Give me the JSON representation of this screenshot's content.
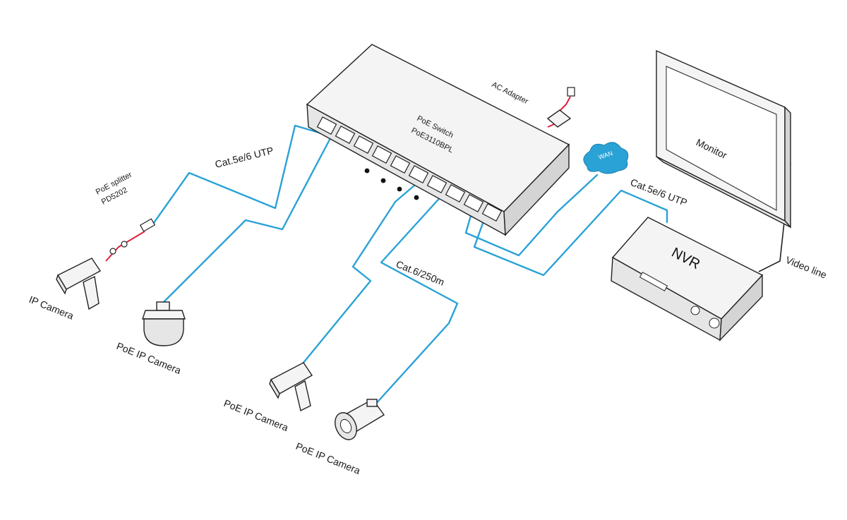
{
  "switch": {
    "line1": "PoE  Switch",
    "line2": "PoE3110BPL"
  },
  "ac_adapter": "AC Adapter",
  "wan": "WAN",
  "monitor": "Monitor",
  "nvr": "NVR",
  "video_line": "Video line",
  "cable_labels": {
    "left": "Cat.5e/6 UTP",
    "right": "Cat.5e/6 UTP",
    "center": "Cat.6/250m"
  },
  "splitter": {
    "line1": "PoE splitter",
    "line2": "PD5202"
  },
  "cameras": {
    "ip_camera": "IP Camera",
    "poe_dome": "PoE IP Camera",
    "poe_box": "PoE IP Camera",
    "poe_bullet": "PoE IP Camera"
  },
  "colors": {
    "cable": "#2aa2d6",
    "power_cable": "#e0203a",
    "wan_cloud": "#2aa2d6"
  }
}
